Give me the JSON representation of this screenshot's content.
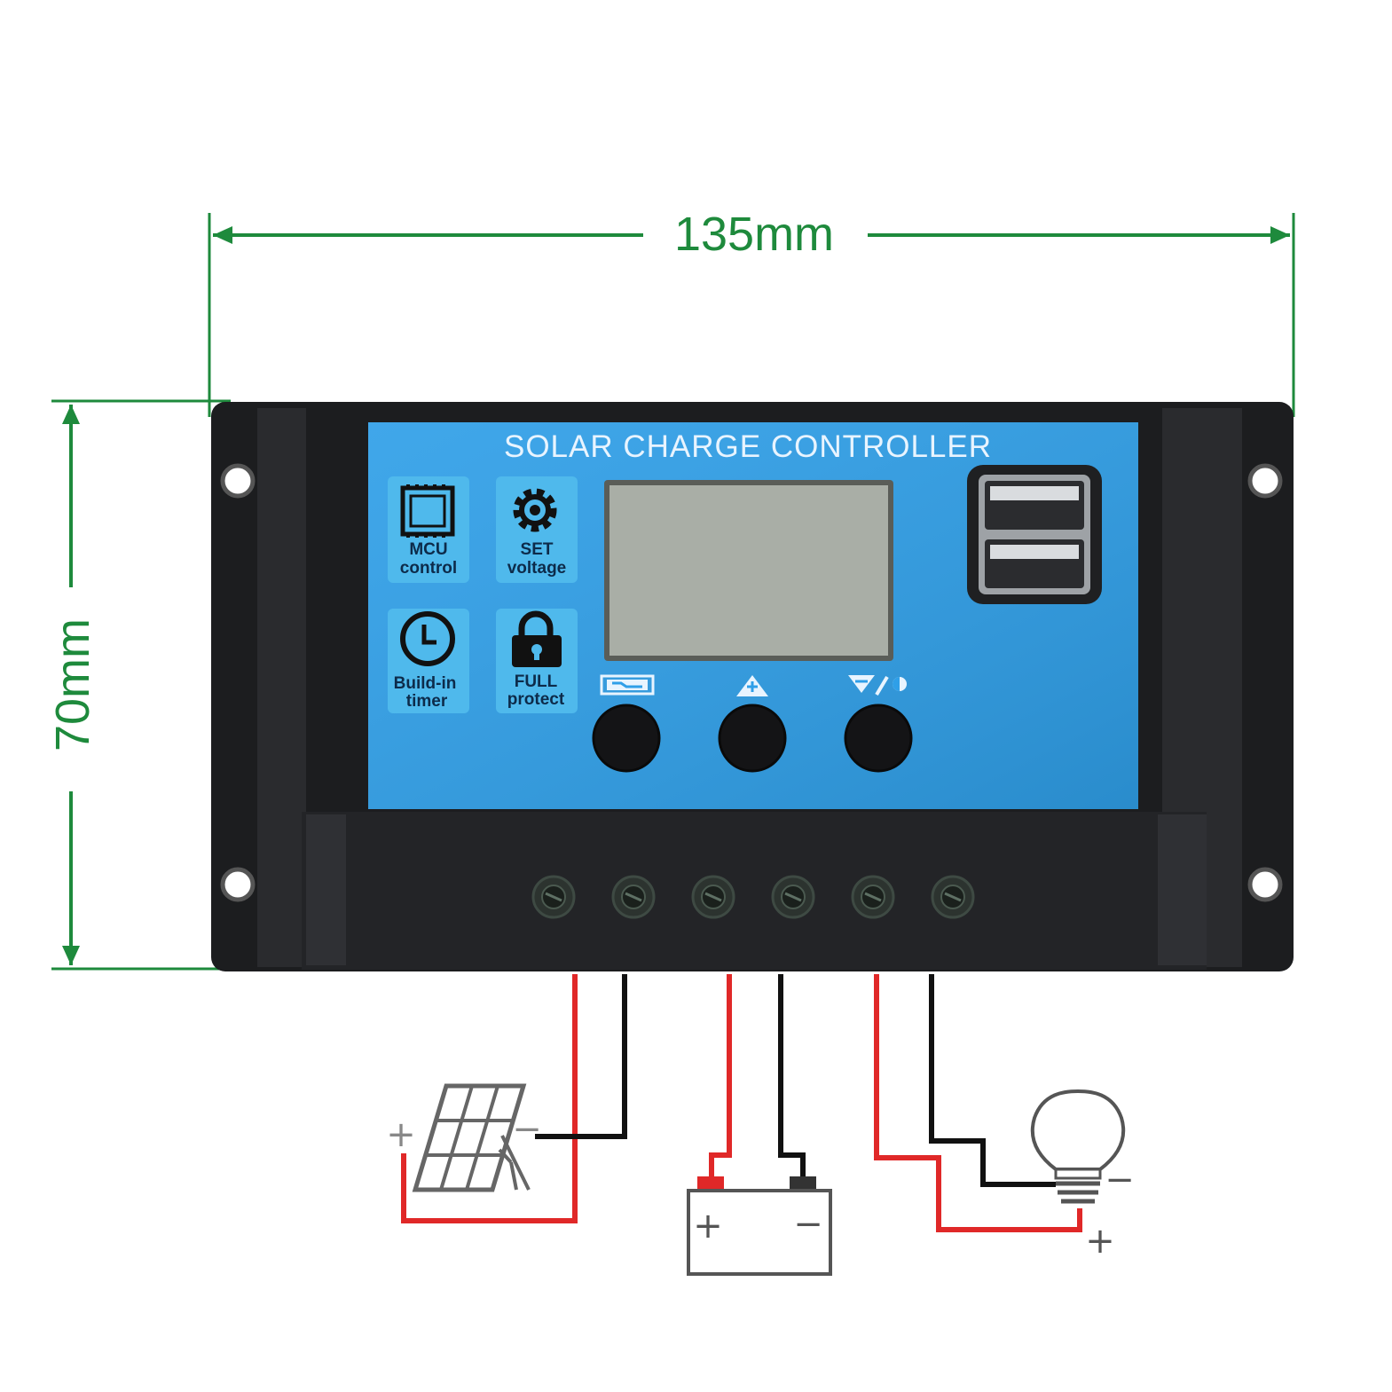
{
  "dimensions": {
    "width_label": "135mm",
    "height_label": "70mm",
    "line_color": "#1e8a3c"
  },
  "panel": {
    "title": "SOLAR CHARGE CONTROLLER",
    "face_color": "#2f9fe8",
    "housing_color": "#1c1d1f"
  },
  "features": [
    {
      "icon": "chip-icon",
      "line1": "MCU",
      "line2": "control"
    },
    {
      "icon": "gear-icon",
      "line1": "SET",
      "line2": "voltage"
    },
    {
      "icon": "clock-icon",
      "line1": "Build-in",
      "line2": "timer"
    },
    {
      "icon": "lock-icon",
      "line1": "FULL",
      "line2": "protect"
    }
  ],
  "buttons": [
    {
      "icon": "menu-icon"
    },
    {
      "icon": "up-plus-icon"
    },
    {
      "icon": "down-minus-light-icon"
    }
  ],
  "wiring": {
    "positive_color": "#e02828",
    "negative_color": "#111111",
    "solar_panel": {
      "icon": "solar-panel-icon",
      "plus": "+",
      "minus": "−"
    },
    "battery": {
      "icon": "battery-icon",
      "plus": "+",
      "minus": "−"
    },
    "load": {
      "icon": "light-bulb-icon",
      "plus": "+",
      "minus": "−"
    }
  }
}
